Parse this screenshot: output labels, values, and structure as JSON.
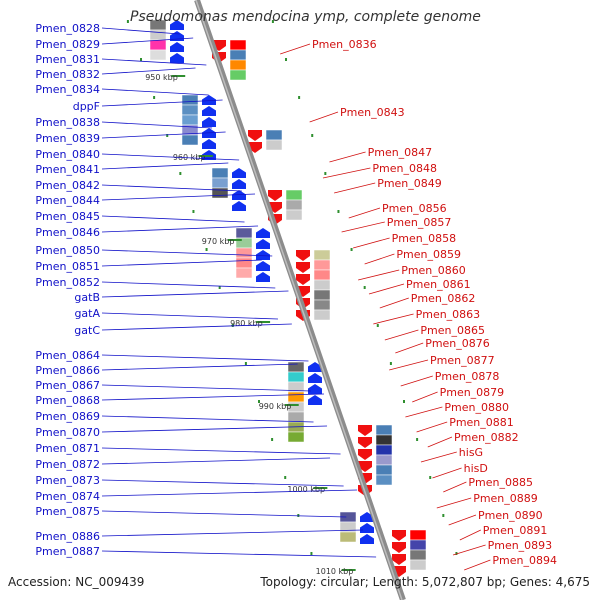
{
  "title": "Pseudomonas mendocina ymp, complete genome",
  "footer": {
    "accession": "Accession: NC_009439",
    "summary": "Topology: circular; Length: 5,072,807 bp; Genes: 4,675"
  },
  "colors": {
    "left_label": "#1010c8",
    "right_label": "#d01010",
    "backbone": "#8c8c8c",
    "tick": "#2f8f2f",
    "forward_cds": "#1030f0",
    "reverse_cds": "#f01010"
  },
  "ticks": [
    {
      "label": "950 kbp"
    },
    {
      "label": "960 kbp"
    },
    {
      "label": "970 kbp"
    },
    {
      "label": "980 kbp"
    },
    {
      "label": "990 kbp"
    },
    {
      "label": "1000 kbp"
    },
    {
      "label": "1010 kbp"
    }
  ],
  "left_labels": [
    "Pmen_0828",
    "Pmen_0829",
    "Pmen_0831",
    "Pmen_0832",
    "Pmen_0834",
    "dppF",
    "Pmen_0838",
    "Pmen_0839",
    "Pmen_0840",
    "Pmen_0841",
    "Pmen_0842",
    "Pmen_0844",
    "Pmen_0845",
    "Pmen_0846",
    "Pmen_0850",
    "Pmen_0851",
    "Pmen_0852",
    "gatB",
    "gatA",
    "gatC",
    "Pmen_0864",
    "Pmen_0866",
    "Pmen_0867",
    "Pmen_0868",
    "Pmen_0869",
    "Pmen_0870",
    "Pmen_0871",
    "Pmen_0872",
    "Pmen_0873",
    "Pmen_0874",
    "Pmen_0875",
    "Pmen_0886",
    "Pmen_0887"
  ],
  "right_labels": [
    "Pmen_0836",
    "Pmen_0843",
    "Pmen_0847",
    "Pmen_0848",
    "Pmen_0849",
    "Pmen_0856",
    "Pmen_0857",
    "Pmen_0858",
    "Pmen_0859",
    "Pmen_0860",
    "Pmen_0861",
    "Pmen_0862",
    "Pmen_0863",
    "Pmen_0865",
    "Pmen_0876",
    "Pmen_0877",
    "Pmen_0878",
    "Pmen_0879",
    "Pmen_0880",
    "Pmen_0881",
    "Pmen_0882",
    "hisG",
    "hisD",
    "Pmen_0885",
    "Pmen_0889",
    "Pmen_0890",
    "Pmen_0891",
    "Pmen_0893",
    "Pmen_0894"
  ]
}
